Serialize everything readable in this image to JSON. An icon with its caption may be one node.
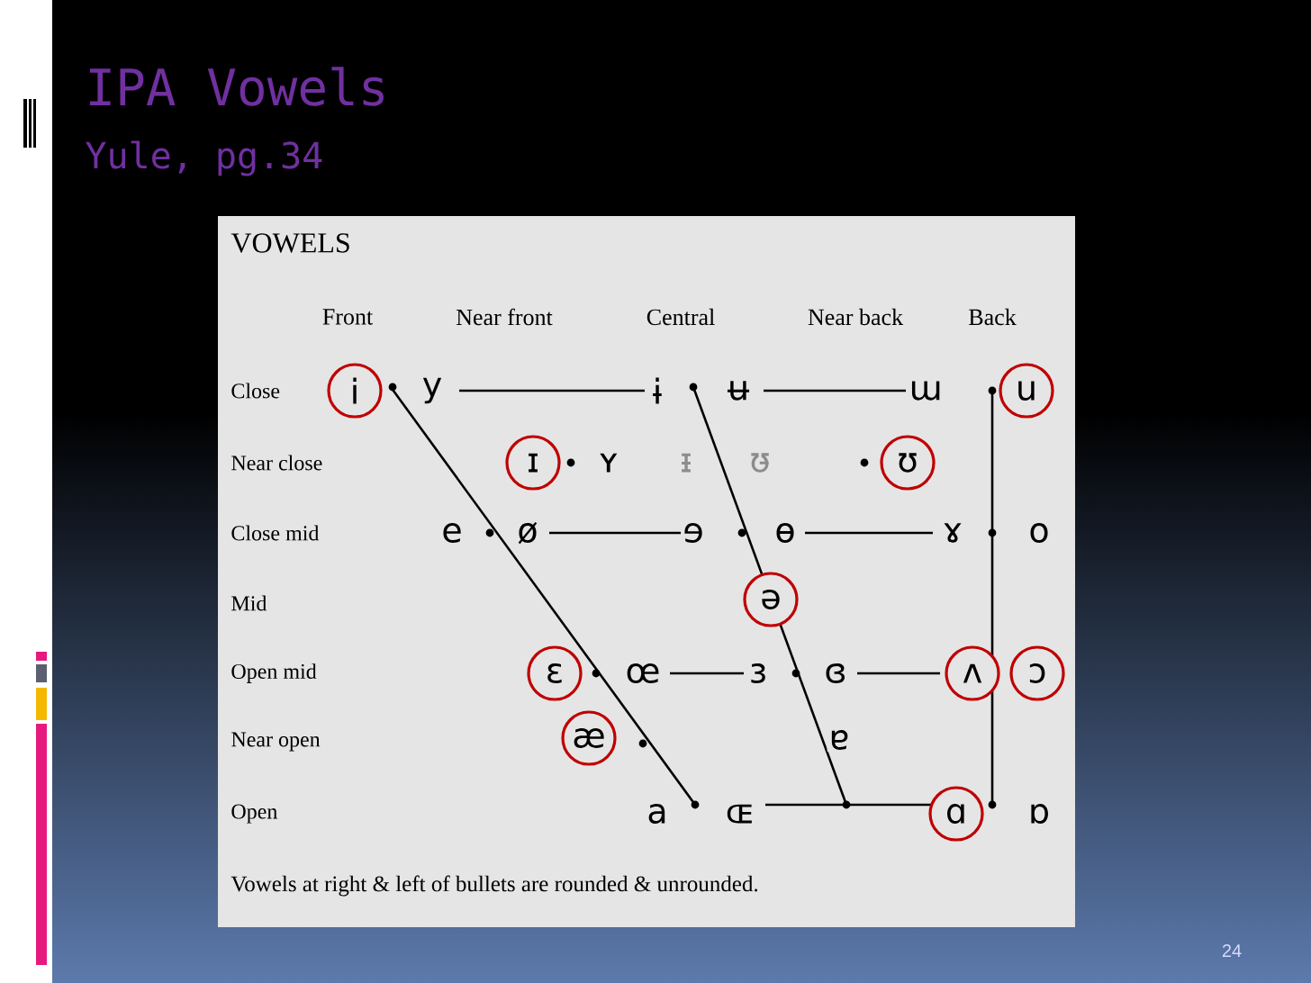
{
  "diagram": {
    "title": "IPA Vowels",
    "nodes": [
      {
        "text": [
          "i"
        ]
      },
      {
        "text": [
          "u"
        ]
      },
      {
        "text": [
          "ɪ"
        ]
      },
      {
        "text": [
          "ʊ"
        ]
      },
      {
        "text": [
          "ə"
        ]
      },
      {
        "text": [
          "ɛ"
        ]
      },
      {
        "text": [
          "ʌ"
        ]
      },
      {
        "text": [
          "ɔ"
        ]
      },
      {
        "text": [
          "æ"
        ]
      },
      {
        "text": [
          "ɑ"
        ]
      }
    ],
    "labels": [
      "Yule, pg.34",
      "VOWELS",
      "Front",
      "Near front",
      "Central",
      "Near back",
      "Back",
      "Close",
      "y",
      "ɨ",
      "ʉ",
      "ɯ",
      "Near close",
      "ʏ",
      "ᵻ",
      "ʊ̵",
      "Close mid",
      "e",
      "ø",
      "ɘ",
      "ɵ",
      "ɤ",
      "o",
      "Mid",
      "Open mid",
      "œ",
      "ɜ",
      "ɞ",
      "Near open",
      "ɐ",
      "Open",
      "a",
      "ɶ",
      "ɒ",
      "Vowels at right & left of bullets are rounded & unrounded.",
      "24"
    ]
  }
}
